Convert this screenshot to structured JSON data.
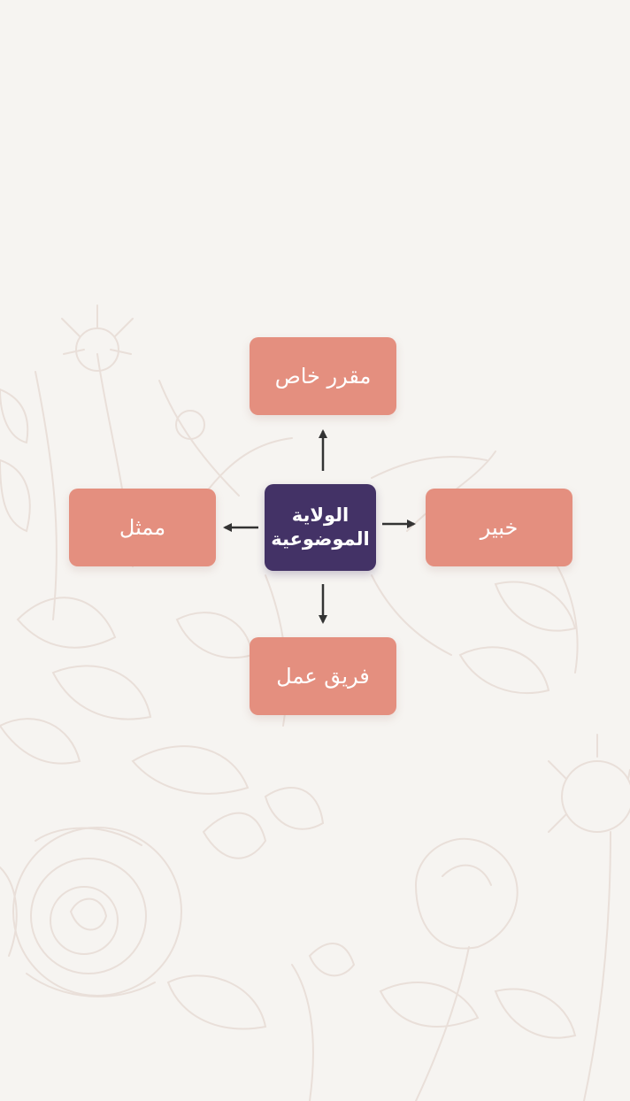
{
  "diagram": {
    "center_label": "الولاية الموضوعية",
    "nodes": {
      "top": "مقرر خاص",
      "right": "خبير",
      "bottom": "فريق عمل",
      "left": "ممثل"
    }
  },
  "colors": {
    "background": "#f6f4f1",
    "center_fill": "#433266",
    "node_fill": "#e48f7f",
    "node_text": "#ffffff",
    "arrow": "#333333",
    "floral_line": "#e9dfd9"
  }
}
